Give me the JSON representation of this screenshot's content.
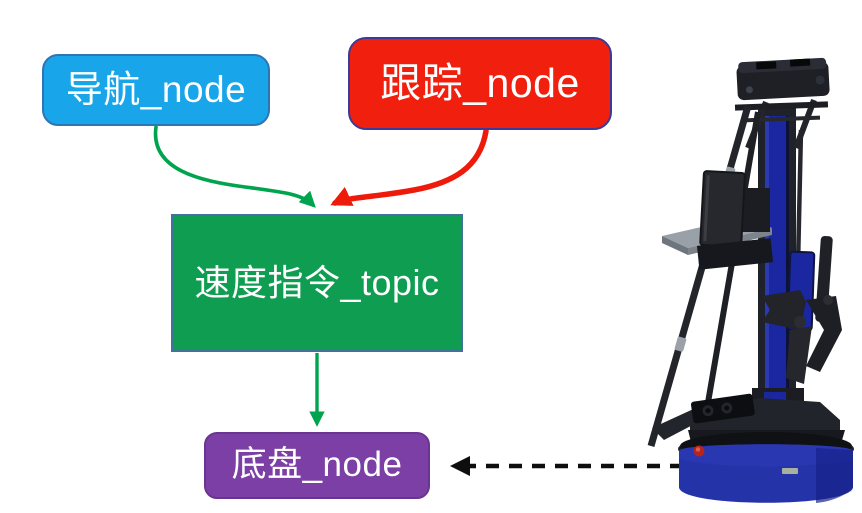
{
  "page": {
    "background": "#ffffff"
  },
  "diagram": {
    "nodes": {
      "nav": {
        "label": "导航_node",
        "fill": "#18a5e9",
        "border": "#2e75b6",
        "text_color": "#ffffff"
      },
      "track": {
        "label": "跟踪_node",
        "fill": "#f01f0e",
        "border": "#3b3a96",
        "text_color": "#ffffff"
      },
      "topic": {
        "label": "速度指令_topic",
        "fill": "#0f9e51",
        "border": "#41719c",
        "text_color": "#ffffff"
      },
      "chassis": {
        "label": "底盘_node",
        "fill": "#7b3fa5",
        "border": "#6a3590",
        "text_color": "#ffffff"
      }
    },
    "arrows": {
      "nav_to_topic": {
        "color": "#00a44e",
        "style": "solid-curve"
      },
      "track_to_topic": {
        "color": "#ee1b0b",
        "style": "solid-curve"
      },
      "topic_to_chassis": {
        "color": "#00a44e",
        "style": "solid-straight"
      },
      "robot_to_chassis": {
        "color": "#0e0e0e",
        "style": "dashed"
      }
    },
    "robot": {
      "icon": "mobile-manipulator-robot",
      "base_color": "#2433a8",
      "mast_color": "#1a27a0",
      "body_color": "#1e2026",
      "shelf_color": "#99a0a8",
      "button_color": "#b5241e"
    }
  }
}
